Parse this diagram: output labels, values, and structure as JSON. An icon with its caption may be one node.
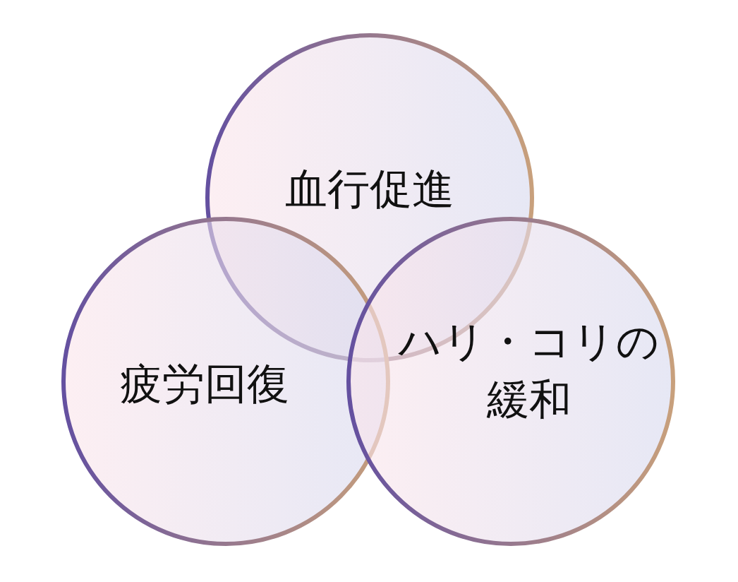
{
  "diagram": {
    "nodes": [
      {
        "text": [
          "血行促進"
        ]
      },
      {
        "text": [
          "疲労回復"
        ]
      },
      {
        "text": [
          "ハリ・コリの緩和"
        ]
      }
    ],
    "edges": []
  }
}
